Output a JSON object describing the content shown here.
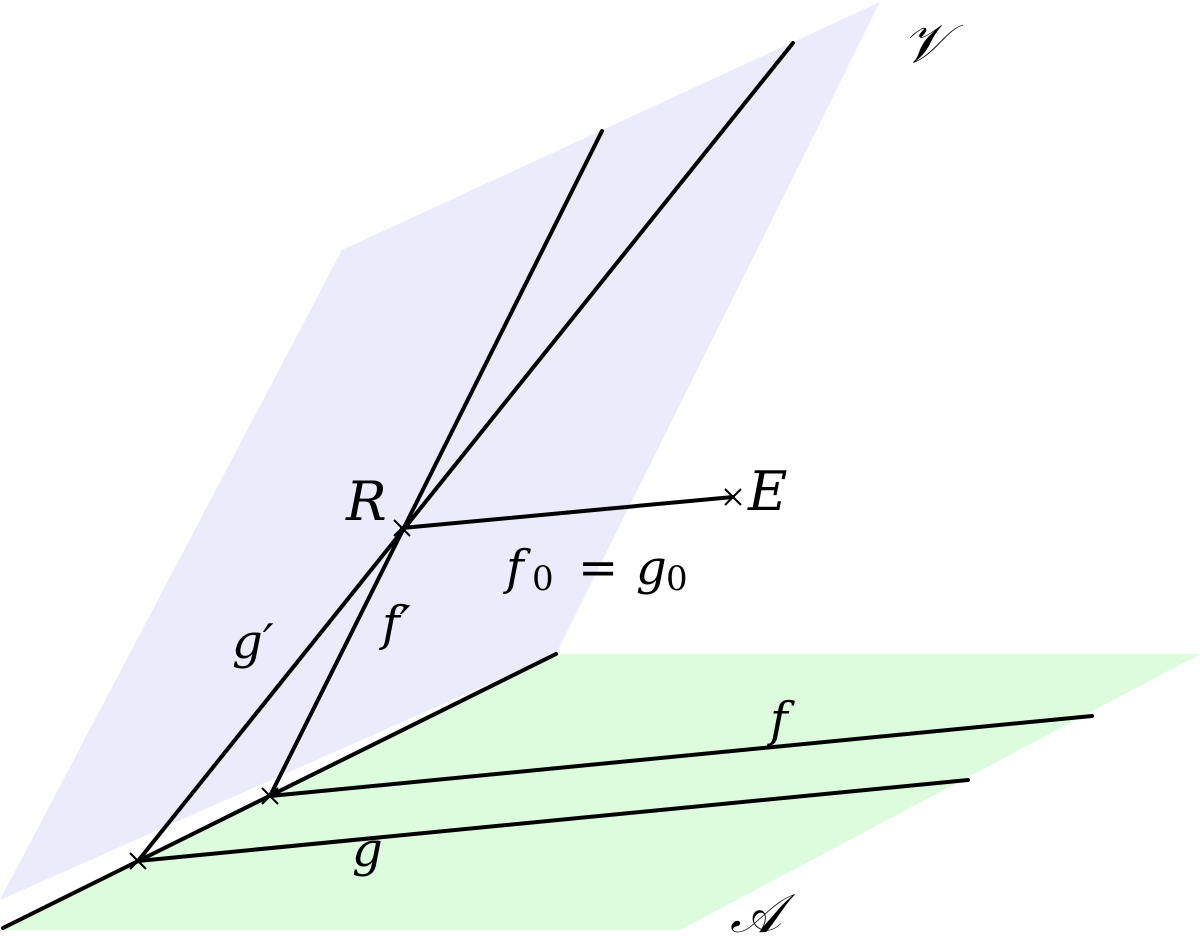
{
  "colors": {
    "plane_v": "#ebebfb",
    "plane_a": "#dcfcdd",
    "lines": "#000000"
  },
  "labels": {
    "plane_v": "𝒱",
    "plane_a": "𝒜",
    "point_r": "R",
    "point_e": "E",
    "line_f": "f",
    "line_g": "g",
    "line_f_prime": "f′",
    "line_g_prime": "g′",
    "f0_main": "f",
    "f0_sub": "0",
    "equals": "=",
    "g0_main": "g",
    "g0_sub": "0"
  }
}
